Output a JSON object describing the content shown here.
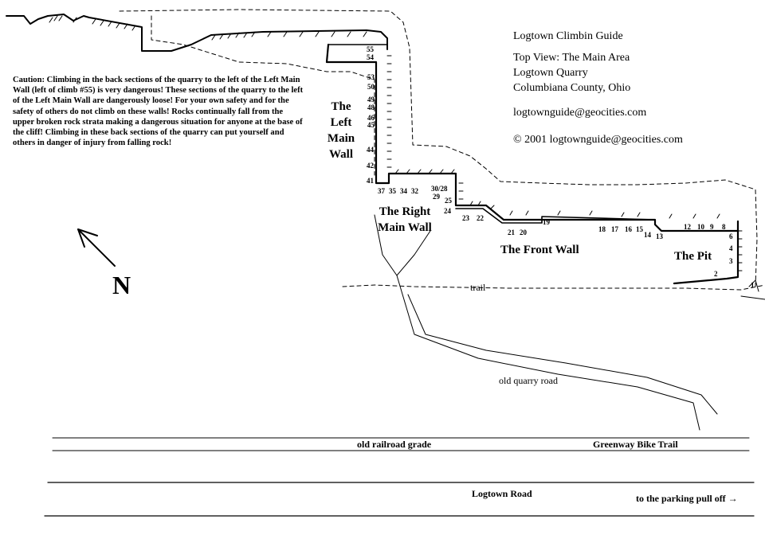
{
  "guide": {
    "title": "Logtown Climbin Guide",
    "subtitle": "Top View: The Main Area",
    "quarry": "Logtown Quarry",
    "county": "Columbiana County, Ohio",
    "email": "logtownguide@geocities.com",
    "copyright": "© 2001 logtownguide@geocities.com"
  },
  "caution": "Caution: Climbing in the back sections of the quarry to the left of the Left Main Wall (left of climb #55) is very dangerous! These sections of the quarry to the left of the Left Main Wall are dangerously loose! For your own safety and for the safety of others do not climb on these walls! Rocks continually fall from the upper broken rock strata making a dangerous situation for anyone at the base of the cliff! Climbing in these back sections of the quarry can put yourself and others in danger of injury from falling rock!",
  "walls": {
    "left_main": [
      "The",
      "Left",
      "Main",
      "Wall"
    ],
    "right_main": [
      "The Right",
      "Main Wall"
    ],
    "front": "The Front Wall",
    "pit": "The Pit"
  },
  "compass": {
    "letter": "N"
  },
  "labels": {
    "trail": "trail",
    "quarry_road": "old quarry road",
    "railroad": "old railroad grade",
    "bike_trail": "Greenway Bike Trail",
    "road": "Logtown Road",
    "parking": "to the parking pull off →"
  },
  "climbs": [
    "55",
    "54",
    "53",
    "50",
    "49",
    "48",
    "46",
    "45",
    "44",
    "42",
    "41",
    "37",
    "35",
    "34",
    "32",
    "30/28",
    "29",
    "25",
    "24",
    "23",
    "22",
    "21",
    "20",
    "19",
    "18",
    "17",
    "16",
    "15",
    "14",
    "13",
    "12",
    "10",
    "9",
    "8",
    "6",
    "4",
    "3",
    "2",
    "1"
  ]
}
